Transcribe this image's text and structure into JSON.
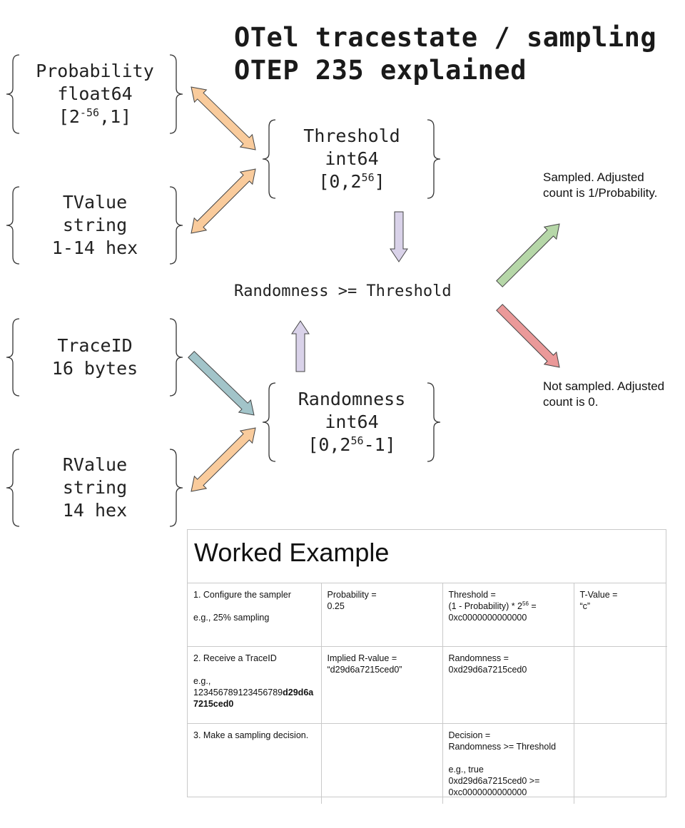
{
  "title": {
    "line1": "OTel tracestate / sampling",
    "line2": "OTEP 235 explained"
  },
  "boxes": {
    "probability": {
      "name": "Probability",
      "type": "float64",
      "range_pre": "[2",
      "range_sup": "-56",
      "range_post": ",1]"
    },
    "tvalue": {
      "name": "TValue",
      "type": "string",
      "format": "1-14 hex"
    },
    "traceid": {
      "name": "TraceID",
      "size": "16 bytes"
    },
    "rvalue": {
      "name": "RValue",
      "type": "string",
      "format": "14 hex"
    },
    "threshold": {
      "name": "Threshold",
      "type": "int64",
      "range_pre": "[0,2",
      "range_sup": "56",
      "range_post": "]"
    },
    "randomness": {
      "name": "Randomness",
      "type": "int64",
      "range_pre": "[0,2",
      "range_sup": "56",
      "range_post": "-1]"
    }
  },
  "condition": "Randomness >= Threshold",
  "outcomes": {
    "sampled": {
      "line1": "Sampled. Adjusted",
      "line2": "count is 1/Probability."
    },
    "not_sampled": {
      "line1": "Not sampled. Adjusted",
      "line2": "count is 0."
    }
  },
  "colors": {
    "orange_arrow": "#f9cb9c",
    "purple_arrow": "#d9d2e9",
    "teal_arrow": "#a2c4c9",
    "green_arrow": "#b6d7a8",
    "red_arrow": "#ea9999",
    "stroke": "#444444"
  },
  "table": {
    "heading": "Worked Example",
    "rows": [
      {
        "step": {
          "title": "1. Configure the sampler",
          "example": "e.g., 25%  sampling"
        },
        "c2": {
          "line1": "Probability =",
          "line2": "0.25"
        },
        "c3": {
          "line1": "Threshold =",
          "line2_pre": "(1 - Probability) * 2",
          "line2_sup": "56",
          "line2_post": " =",
          "line3": "0xc0000000000000"
        },
        "c4": {
          "line1": "T-Value =",
          "line2": "“c”"
        }
      },
      {
        "step": {
          "title": "2. Receive a TraceID",
          "example_label": "e.g.,",
          "example_plain": "123456789123456789",
          "example_bold": "d29d6a7215ced0"
        },
        "c2": {
          "line1": "Implied R-value  =",
          "line2": "“d29d6a7215ced0”"
        },
        "c3": {
          "line1": "Randomness =",
          "line2": "0xd29d6a7215ced0"
        }
      },
      {
        "step": {
          "title": "3. Make a sampling decision."
        },
        "c3": {
          "line1": "Decision =",
          "line2": "Randomness >= Threshold",
          "line3": "e.g., true",
          "line4": "0xd29d6a7215ced0 >=",
          "line5": "0xc0000000000000"
        }
      }
    ]
  }
}
